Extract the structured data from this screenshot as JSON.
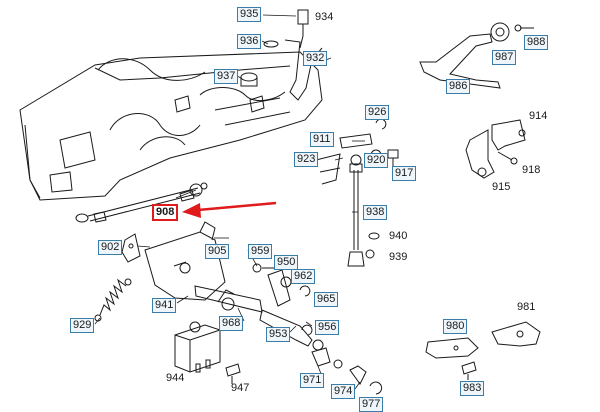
{
  "parts": [
    {
      "id": "p935",
      "number": "935",
      "boxed": true
    },
    {
      "id": "p934",
      "number": "934",
      "boxed": false
    },
    {
      "id": "p936",
      "number": "936",
      "boxed": true
    },
    {
      "id": "p932",
      "number": "932",
      "boxed": true
    },
    {
      "id": "p937",
      "number": "937",
      "boxed": true
    },
    {
      "id": "p988",
      "number": "988",
      "boxed": true
    },
    {
      "id": "p987",
      "number": "987",
      "boxed": true
    },
    {
      "id": "p986",
      "number": "986",
      "boxed": true
    },
    {
      "id": "p926",
      "number": "926",
      "boxed": true
    },
    {
      "id": "p914",
      "number": "914",
      "boxed": false
    },
    {
      "id": "p911",
      "number": "911",
      "boxed": true
    },
    {
      "id": "p923",
      "number": "923",
      "boxed": true
    },
    {
      "id": "p920",
      "number": "920",
      "boxed": true
    },
    {
      "id": "p917",
      "number": "917",
      "boxed": true
    },
    {
      "id": "p918",
      "number": "918",
      "boxed": false
    },
    {
      "id": "p915",
      "number": "915",
      "boxed": false
    },
    {
      "id": "p908",
      "number": "908",
      "boxed": true,
      "highlight": true
    },
    {
      "id": "p938",
      "number": "938",
      "boxed": true
    },
    {
      "id": "p940",
      "number": "940",
      "boxed": false
    },
    {
      "id": "p902",
      "number": "902",
      "boxed": true
    },
    {
      "id": "p905",
      "number": "905",
      "boxed": true
    },
    {
      "id": "p959",
      "number": "959",
      "boxed": true
    },
    {
      "id": "p939",
      "number": "939",
      "boxed": false
    },
    {
      "id": "p950",
      "number": "950",
      "boxed": true
    },
    {
      "id": "p962",
      "number": "962",
      "boxed": true
    },
    {
      "id": "p965",
      "number": "965",
      "boxed": true
    },
    {
      "id": "p941",
      "number": "941",
      "boxed": true
    },
    {
      "id": "p929",
      "number": "929",
      "boxed": true
    },
    {
      "id": "p968",
      "number": "968",
      "boxed": true
    },
    {
      "id": "p953",
      "number": "953",
      "boxed": true
    },
    {
      "id": "p956",
      "number": "956",
      "boxed": true
    },
    {
      "id": "p981",
      "number": "981",
      "boxed": false
    },
    {
      "id": "p980",
      "number": "980",
      "boxed": true
    },
    {
      "id": "p944",
      "number": "944",
      "boxed": false
    },
    {
      "id": "p971",
      "number": "971",
      "boxed": true
    },
    {
      "id": "p947",
      "number": "947",
      "boxed": false
    },
    {
      "id": "p974",
      "number": "974",
      "boxed": true
    },
    {
      "id": "p983",
      "number": "983",
      "boxed": true
    },
    {
      "id": "p977",
      "number": "977",
      "boxed": true
    }
  ],
  "colors": {
    "label_border": "#3a7ea8",
    "label_fill": "#eef6fb",
    "highlight": "#e01b1b",
    "line": "#1a1a1a"
  }
}
